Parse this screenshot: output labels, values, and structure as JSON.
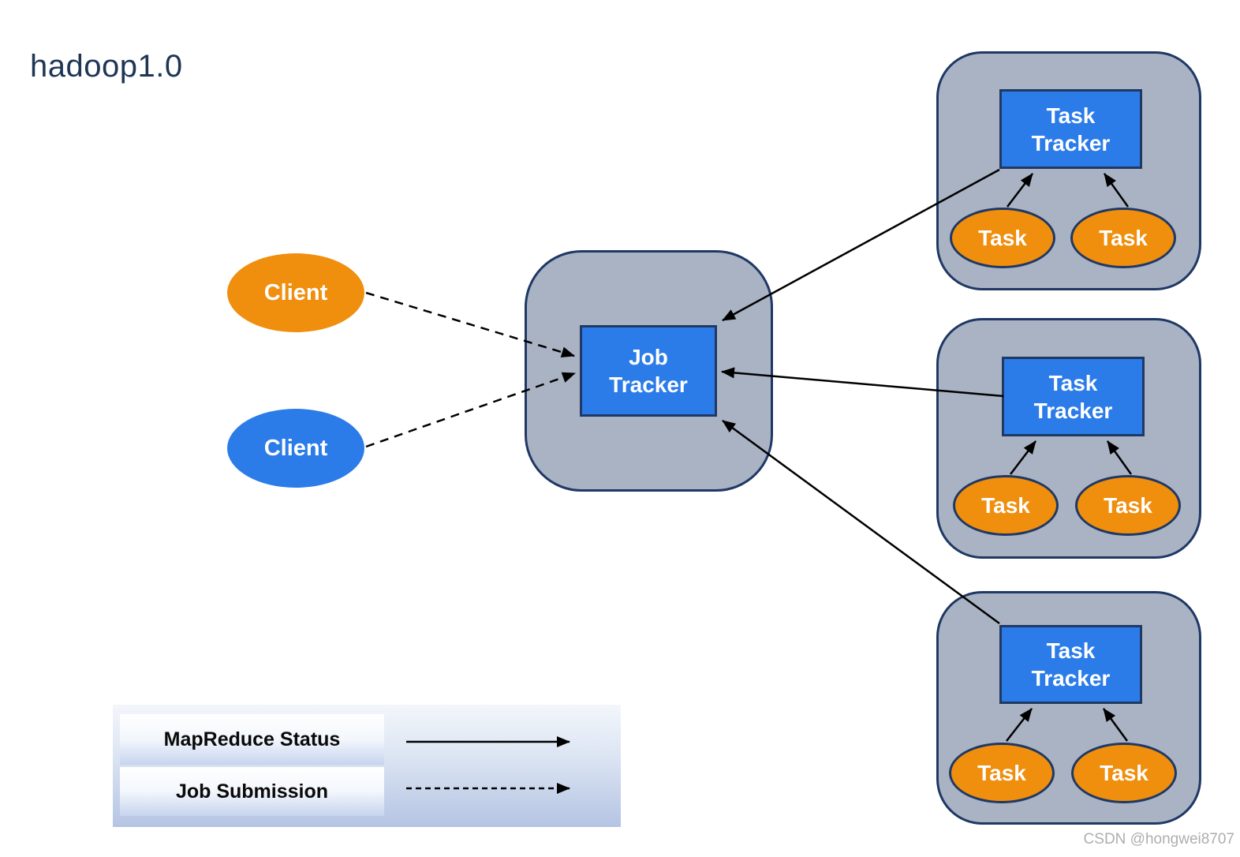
{
  "title": "hadoop1.0",
  "watermark": "CSDN @hongwei8707",
  "colors": {
    "client_orange": "#F08E0E",
    "node_blue": "#2B7CE9",
    "container_gray": "#A9B3C3",
    "border_navy": "#1F3864",
    "arrow_black": "#000000",
    "title_navy": "#1F3556"
  },
  "clients": [
    {
      "label": "Client",
      "color": "#F08E0E"
    },
    {
      "label": "Client",
      "color": "#2B7CE9"
    }
  ],
  "job_tracker": {
    "label": "Job Tracker"
  },
  "task_groups": [
    {
      "tracker_label": "Task Tracker",
      "tasks": [
        {
          "label": "Task"
        },
        {
          "label": "Task"
        }
      ]
    },
    {
      "tracker_label": "Task Tracker",
      "tasks": [
        {
          "label": "Task"
        },
        {
          "label": "Task"
        }
      ]
    },
    {
      "tracker_label": "Task Tracker",
      "tasks": [
        {
          "label": "Task"
        },
        {
          "label": "Task"
        }
      ]
    }
  ],
  "legend": {
    "items": [
      {
        "label": "MapReduce Status",
        "line_style": "solid"
      },
      {
        "label": "Job Submission",
        "line_style": "dashed"
      }
    ]
  }
}
